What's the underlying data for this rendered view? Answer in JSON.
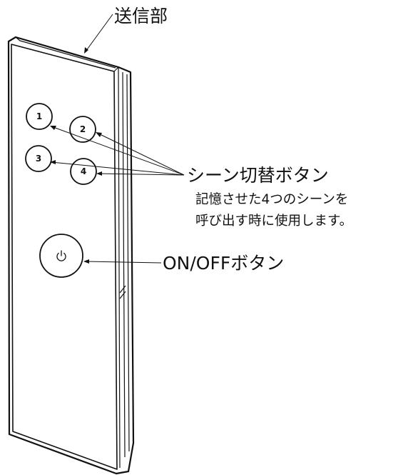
{
  "labels": {
    "transmitter": "送信部",
    "scene_buttons": "シーン切替ボタン",
    "scene_description_line1": "記憶させた4つのシーンを",
    "scene_description_line2": "呼び出す時に使用します。",
    "power_button": "ON/OFFボタン"
  },
  "buttons": {
    "scene_1": "1",
    "scene_2": "2",
    "scene_3": "3",
    "scene_4": "4",
    "power_icon": "power-symbol"
  },
  "colors": {
    "line": "#111111",
    "background": "#ffffff"
  }
}
